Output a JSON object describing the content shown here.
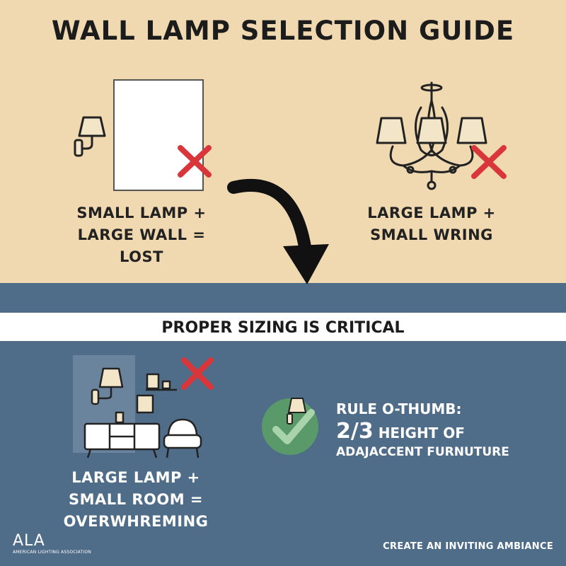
{
  "title": "WALL LAMP SELECTION GUIDE",
  "panels": {
    "top_left": {
      "caption_line1": "SMALL LAMP +",
      "caption_line2": "LARGE WALL = LOST"
    },
    "top_right": {
      "caption_line1": "LARGE LAMP +",
      "caption_line2": "SMALL WRING"
    },
    "bottom_left": {
      "caption_line1": "LARGE LAMP +",
      "caption_line2": "SMALL ROOM =",
      "caption_line3": "OVERWHREMING"
    }
  },
  "banner": "PROPER SIZING IS CRITICAL",
  "rule": {
    "line1": "RULE O-THUMB:",
    "fraction": "2/3",
    "line2_rest": "HEIGHT OF",
    "line3": "ADAJACCENT FURNUTURE"
  },
  "footer": {
    "logo": "ALA",
    "logo_sub": "AMERICAN LIGHTING ASSOCIATION",
    "tagline": "CREATE AN INVITING AMBIANCE"
  },
  "colors": {
    "top_bg": "#f0d9b1",
    "bottom_bg": "#4f6c88",
    "cross": "#d9363b",
    "check_circle": "#5a9a6a"
  },
  "icons": [
    "wall-sconce-icon",
    "chandelier-icon",
    "x-mark-icon",
    "check-mark-icon",
    "curved-arrow-icon",
    "armchair-icon",
    "sideboard-icon"
  ]
}
